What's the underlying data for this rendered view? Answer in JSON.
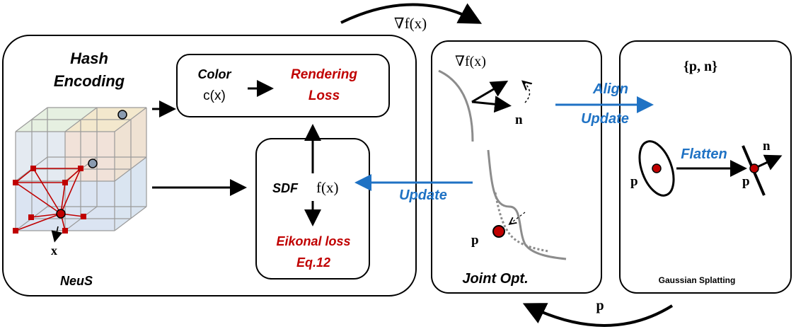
{
  "neus": {
    "title_line1": "Hash",
    "title_line2": "Encoding",
    "label": "NeuS",
    "x_symbol": "x",
    "color_label": "Color",
    "color_func": "c(x)",
    "rendering_loss_line1": "Rendering",
    "rendering_loss_line2": "Loss",
    "sdf_prefix": "SDF",
    "sdf_func": "f(x)",
    "eikonal_line1": "Eikonal loss",
    "eikonal_line2": "Eq.12"
  },
  "joint": {
    "gradient_label": "∇f(x)",
    "normal_label": "n",
    "point_label": "p",
    "label": "Joint Opt."
  },
  "gs": {
    "set_label": "{p, n}",
    "flatten_label": "Flatten",
    "point_label_left": "p",
    "point_label_right": "p",
    "normal_label": "n",
    "label": "Gaussian Splatting"
  },
  "arrows": {
    "top_gradient": "∇f(x)",
    "bottom_p": "p",
    "update_left": "Update",
    "align": "Align",
    "update_right": "Update"
  },
  "colors": {
    "red_text": "#c00000",
    "blue_text": "#1f72c4",
    "red_node": "#c00000",
    "curve_gray": "#8c8c8c"
  }
}
